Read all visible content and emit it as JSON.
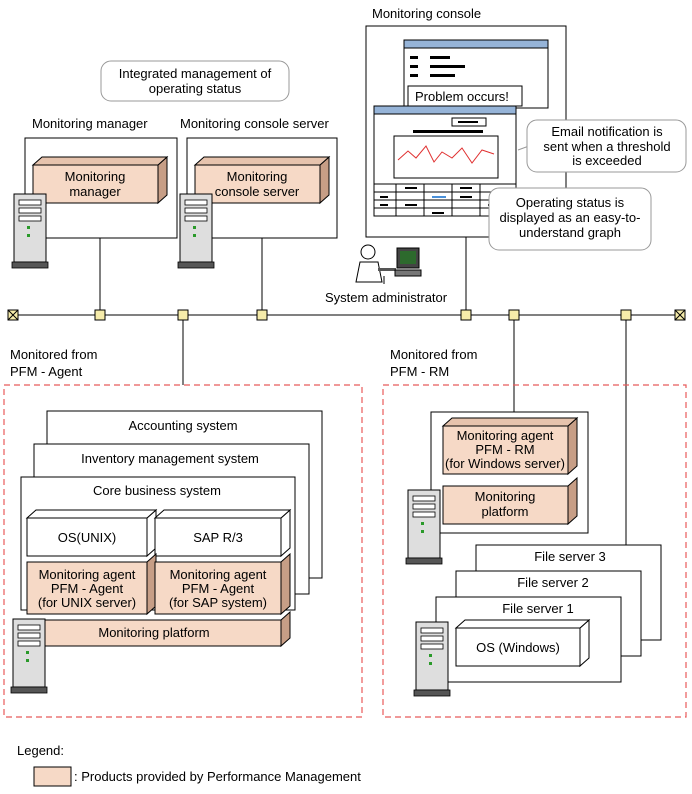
{
  "colors": {
    "product_fill": "#f6d9c6",
    "product_side": "#c79e86",
    "dashed_border": "#e85a5a",
    "node_fill": "#f6ecaa",
    "screen_bar": "#96b4d8"
  },
  "console": {
    "title": "Monitoring console",
    "problem": "Problem occurs!",
    "admin": "System administrator"
  },
  "callouts": {
    "integrated": [
      "Integrated management of",
      "operating status"
    ],
    "email": [
      "Email notification is",
      "sent when a threshold",
      "is exceeded"
    ],
    "graph": [
      "Operating status is",
      "displayed as an easy-to-",
      "understand graph"
    ]
  },
  "manager": {
    "title": "Monitoring manager",
    "box": [
      "Monitoring",
      "manager"
    ]
  },
  "console_server": {
    "title": "Monitoring console server",
    "box": [
      "Monitoring",
      "console server"
    ]
  },
  "agent_side": {
    "title": [
      "Monitored from",
      "PFM - Agent"
    ],
    "systems": [
      "Accounting system",
      "Inventory management system",
      "Core business system"
    ],
    "os": "OS(UNIX)",
    "sap": "SAP R/3",
    "agent_unix": [
      "Monitoring agent",
      "PFM - Agent",
      "(for UNIX server)"
    ],
    "agent_sap": [
      "Monitoring agent",
      "PFM - Agent",
      "(for SAP system)"
    ],
    "platform": "Monitoring platform"
  },
  "rm_side": {
    "title": [
      "Monitored from",
      "PFM - RM"
    ],
    "agent": [
      "Monitoring agent",
      "PFM - RM",
      "(for Windows server)"
    ],
    "platform": [
      "Monitoring",
      "platform"
    ],
    "servers": [
      "File server 3",
      "File server 2",
      "File server 1"
    ],
    "os": "OS (Windows)"
  },
  "legend": {
    "title": "Legend:",
    "item": ": Products provided by Performance Management"
  }
}
